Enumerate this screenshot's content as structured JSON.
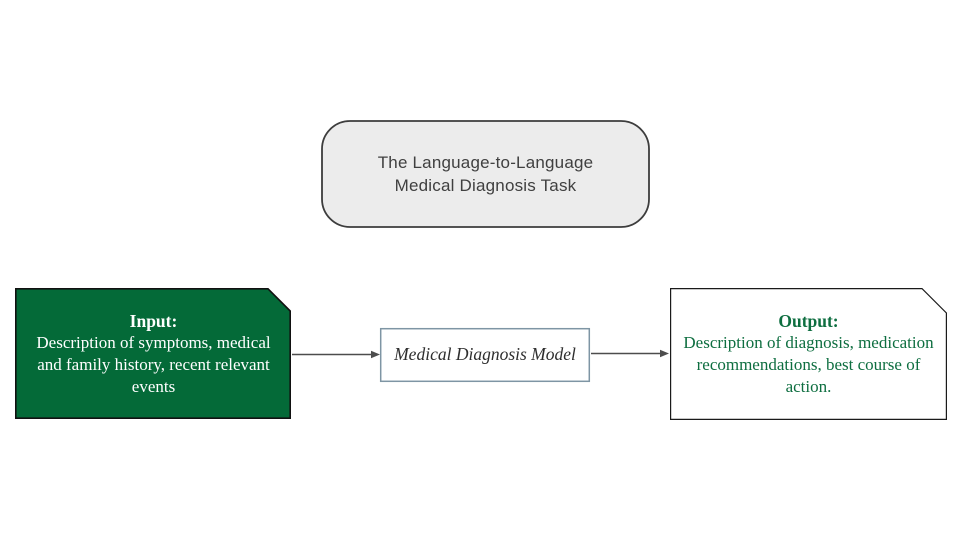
{
  "diagram": {
    "title": {
      "text": "The Language-to-Language Medical Diagnosis Task"
    },
    "input_box": {
      "heading": "Input:",
      "body": "Description of symptoms, medical and family history, recent relevant events"
    },
    "model_box": {
      "label": "Medical Diagnosis Model"
    },
    "output_box": {
      "heading": "Output:",
      "body": "Description of diagnosis, medication recommendations, best course of action."
    },
    "colors": {
      "input_fill_green": "#046a38",
      "output_text_green": "#0e6e40",
      "title_fill_gray": "#ececec",
      "title_border_gray": "#3d3d3d",
      "model_border_slate": "#7e95a4",
      "arrow_gray": "#4d4d4d",
      "box_border_black": "#111111"
    }
  }
}
